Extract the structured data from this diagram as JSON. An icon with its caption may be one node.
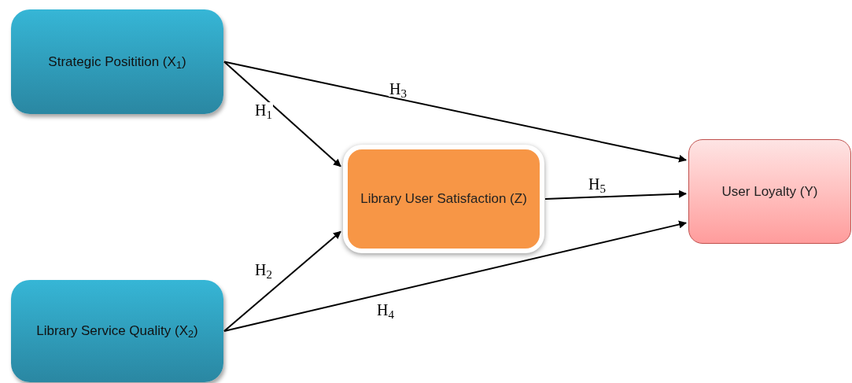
{
  "diagram": {
    "nodes": [
      {
        "text": [
          "Strategic Positition (X$_{1}$)"
        ]
      },
      {
        "text": [
          "Library User Satisfaction (Z)"
        ]
      },
      {
        "text": [
          "Library Service Quality (X$_{2}$)"
        ]
      },
      {
        "text": [
          "User Loyalty (Y)"
        ]
      }
    ],
    "edges": [
      {
        "from": 0,
        "to": 1,
        "arrow": "to",
        "label": "H$_{1}$"
      },
      {
        "from": 2,
        "to": 1,
        "arrow": "to",
        "label": "H$_{2}$"
      },
      {
        "from": 0,
        "to": 3,
        "arrow": "to",
        "label": "H$_{3}$"
      },
      {
        "from": 2,
        "to": 3,
        "arrow": "to",
        "label": "H$_{4}$"
      },
      {
        "from": 1,
        "to": 3,
        "arrow": "to",
        "label": "H$_{5}$"
      }
    ]
  }
}
